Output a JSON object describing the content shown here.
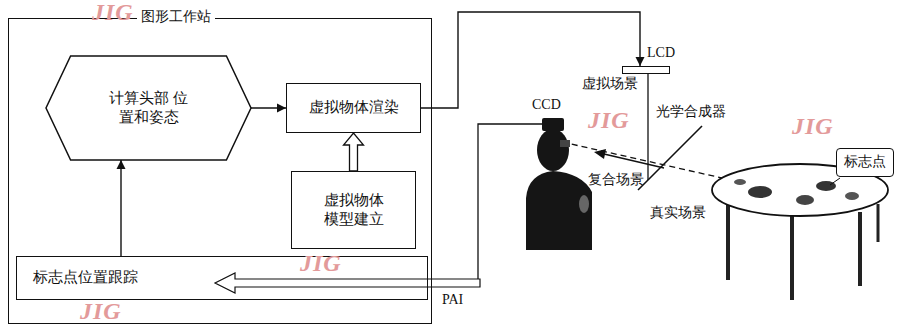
{
  "diagram": {
    "nodes": [
      {
        "text": [
          "图形工作站"
        ]
      },
      {
        "text": [
          "计算头部 位置和姿态"
        ],
        "in": 0
      },
      {
        "text": [
          "虚拟物体渲染"
        ],
        "in": 0
      },
      {
        "text": [
          "虚拟物体 模型建立"
        ],
        "in": 0
      },
      {
        "text": [
          "标志点位置跟踪"
        ],
        "in": 0
      },
      {
        "text": [
          "LCD"
        ]
      },
      {
        "text": [
          "标志点"
        ]
      }
    ],
    "edges": [
      {
        "from": 4,
        "to": 1,
        "arrow": "to"
      },
      {
        "from": 1,
        "to": 2,
        "arrow": "to"
      },
      {
        "from": 3,
        "to": 2,
        "arrow": "to"
      },
      {
        "from": 2,
        "to": 5,
        "arrow": "to"
      }
    ],
    "labels": [
      "JIG",
      "JIG",
      "JIG",
      "JIG",
      "JIG",
      "虚拟场景",
      "光学合成器",
      "复合场景",
      "真实场景",
      "CCD",
      "PAI"
    ]
  }
}
